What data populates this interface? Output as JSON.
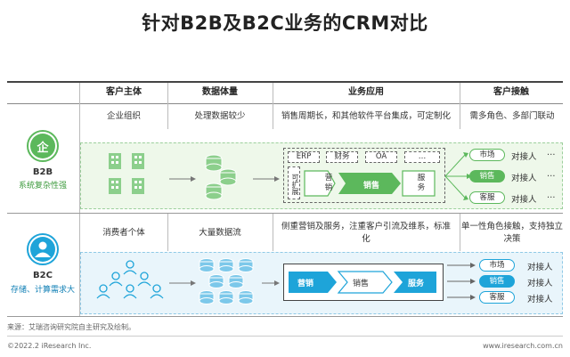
{
  "title": "针对B2B及B2C业务的CRM对比",
  "columns": [
    "客户主体",
    "数据体量",
    "业务应用",
    "客户接触"
  ],
  "b2b": {
    "label": "B2B",
    "sub": "系统复杂性强",
    "icon_char": "企",
    "customer_subject": "企业组织",
    "data_volume": "处理数据较少",
    "business_app": "销售周期长，和其他软件平台集成，可定制化",
    "contact": "需多角色、多部门联动",
    "integrations": [
      "ERP",
      "财务",
      "OA",
      "…"
    ],
    "extend_label": "可扩展",
    "flow": [
      "营销",
      "销售",
      "服务"
    ],
    "contacts": [
      {
        "dept": "市场",
        "who": "对接人",
        "more": "…"
      },
      {
        "dept": "销售",
        "who": "对接人",
        "more": "…"
      },
      {
        "dept": "客服",
        "who": "对接人",
        "more": "…"
      }
    ]
  },
  "b2c": {
    "label": "B2C",
    "sub": "存储、计算需求大",
    "customer_subject": "消费者个体",
    "data_volume": "大量数据流",
    "business_app": "侧重营销及服务，注重客户引流及维系，标准化",
    "contact": "单一性角色接触，支持独立决策",
    "flow": [
      "营销",
      "销售",
      "服务"
    ],
    "contacts": [
      {
        "dept": "市场",
        "who": "对接人"
      },
      {
        "dept": "销售",
        "who": "对接人"
      },
      {
        "dept": "客服",
        "who": "对接人"
      }
    ]
  },
  "footer": {
    "source": "来源：艾瑞咨询研究院自主研究及绘制。",
    "copyright": "©2022.2 iResearch Inc.",
    "website": "www.iresearch.com.cn"
  },
  "colors": {
    "green": "#5cb85c",
    "green_dark": "#3c9a3c",
    "blue": "#1ea4d9",
    "blue_dark": "#0f7fb5"
  }
}
